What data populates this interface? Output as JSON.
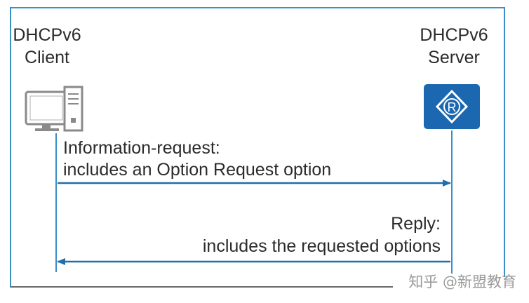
{
  "client": {
    "line1": "DHCPv6",
    "line2": "Client",
    "icon": "computer-icon"
  },
  "server": {
    "line1": "DHCPv6",
    "line2": "Server",
    "icon": "router-icon"
  },
  "messages": [
    {
      "from": "client",
      "to": "server",
      "title": "Information-request:",
      "detail": "includes an Option Request option"
    },
    {
      "from": "server",
      "to": "client",
      "title": "Reply:",
      "detail": "includes the requested options"
    }
  ],
  "watermark": "知乎 @新盟教育",
  "colors": {
    "frame": "#3a8fc4",
    "lifeline": "#3a8fc4",
    "arrow": "#1f6fae",
    "router_bg": "#1b67b0",
    "computer_stroke": "#8a8a8a",
    "text": "#2b2b2b"
  }
}
